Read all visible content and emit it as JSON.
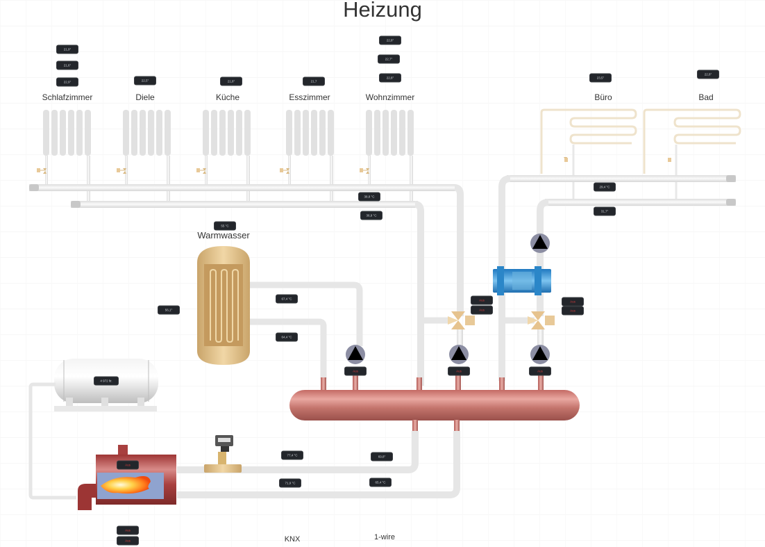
{
  "title": "Heizung",
  "rooms": [
    {
      "name": "Schlafzimmer",
      "sensors": [
        "21,9°",
        "21,6°",
        "22,9°"
      ]
    },
    {
      "name": "Diele",
      "sensors": [
        "22,5°"
      ]
    },
    {
      "name": "Küche",
      "sensors": [
        "21,8°"
      ]
    },
    {
      "name": "Esszimmer",
      "sensors": [
        "21,7"
      ]
    },
    {
      "name": "Wohnzimmer",
      "sensors": [
        "22,8°",
        "22,7°",
        "22,8°"
      ]
    },
    {
      "name": "Büro",
      "sensors": [
        "23,5°"
      ]
    },
    {
      "name": "Bad",
      "sensors": [
        "22,8°"
      ]
    }
  ],
  "pipes": {
    "radiator_supply": "38,8 °C",
    "radiator_return": "36,9 °C",
    "floor_supply": "29,4 °C",
    "floor_return": "31,7°"
  },
  "warmwasser": {
    "label": "Warmwasser",
    "temp_top": "55 °C",
    "temp_side": "56,1°",
    "coil_in": "67,4 °C",
    "coil_out": "64,4 °C"
  },
  "tank": {
    "level": "4 972 ltr."
  },
  "boiler": {
    "status": "Aus",
    "supply_left": "77,4 °C",
    "return_left": "71,9 °C",
    "supply_right": "69,8°",
    "return_right": "65,4 °C",
    "extra_status": [
      "Aus",
      "Aus"
    ]
  },
  "pumps": [
    {
      "id": "pump-warmwasser",
      "status": "Aus"
    },
    {
      "id": "pump-radiators",
      "status": "Aus"
    },
    {
      "id": "pump-floor",
      "status": "Aus"
    }
  ],
  "mixers": [
    {
      "id": "mixer-radiators",
      "status": [
        "Aus",
        "Aus"
      ]
    },
    {
      "id": "mixer-floor",
      "status": [
        "Aus",
        "Aus"
      ]
    }
  ],
  "footer": {
    "knx": "KNX",
    "onewire": "1-wire"
  },
  "colors": {
    "pipe": "#ececec",
    "copper": "#c9736c",
    "boiler": "#a8403f",
    "brass": "#d9b983",
    "exchanger": "#2f8fd0",
    "tag_bg": "#23262b",
    "aus_red": "#d33b3b"
  }
}
